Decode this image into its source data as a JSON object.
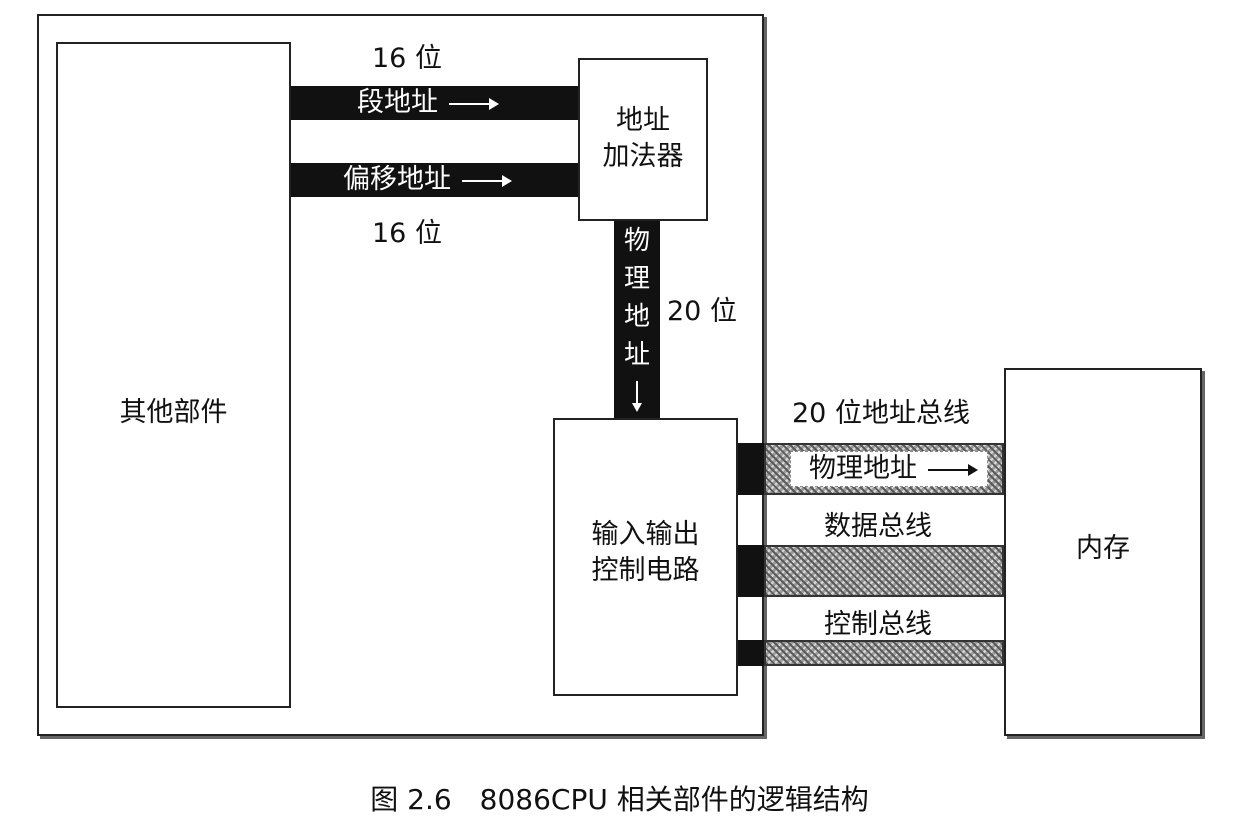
{
  "blocks": {
    "other": "其他部件",
    "adder_line1": "地址",
    "adder_line2": "加法器",
    "io_line1": "输入输出",
    "io_line2": "控制电路",
    "memory": "内存"
  },
  "buses": {
    "seg_width": "16 位",
    "seg_label": "段地址",
    "offset_label": "偏移地址",
    "offset_width": "16 位",
    "phys_chars": [
      "物",
      "理",
      "地",
      "址"
    ],
    "phys_width": "20 位",
    "addr_bus_title": "20 位地址总线",
    "addr_bus_label": "物理地址",
    "data_bus_label": "数据总线",
    "ctrl_bus_label": "控制总线"
  },
  "caption": "图 2.6　8086CPU 相关部件的逻辑结构"
}
